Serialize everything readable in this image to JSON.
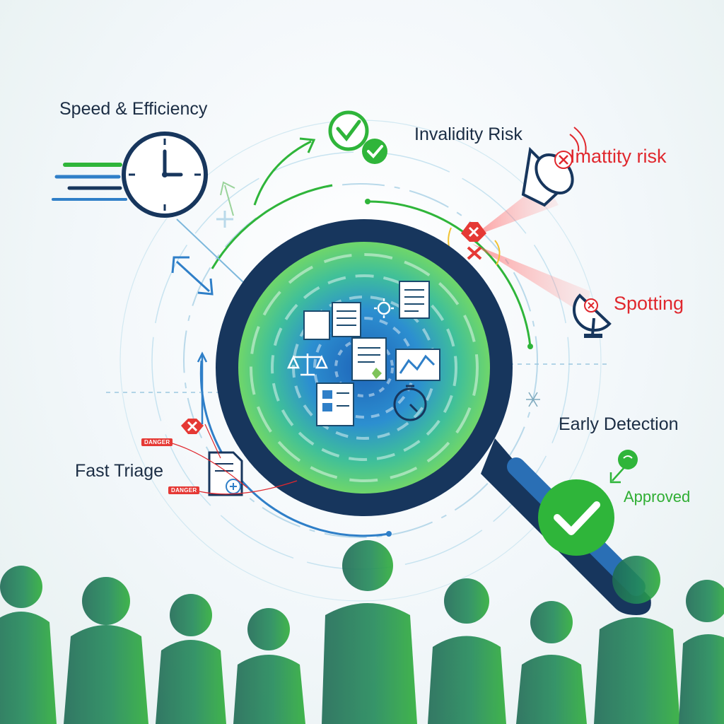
{
  "labels": {
    "speed": "Speed & Efficiency",
    "invalidity": "Invalidity Risk",
    "imattity": "Imattity risk",
    "spotting": "Spotting",
    "early_detection": "Early Detection",
    "fast_triage": "Fast Triage",
    "approved": "Approved"
  },
  "tags": {
    "danger_top": "DANGER",
    "danger_bottom": "DANGER"
  },
  "icons": [
    "clock-icon",
    "approval-badge-icon",
    "megaphone-icon",
    "satellite-dish-icon",
    "magnifying-glass-icon",
    "document-icon",
    "scales-icon",
    "chart-icon",
    "stopwatch-icon",
    "checkmark-icon",
    "warning-icon",
    "people-silhouettes"
  ],
  "colors": {
    "navy": "#17365d",
    "green": "#2fb53a",
    "blue": "#2f7fc8",
    "red": "#e0282e",
    "dark_text": "#1b2d44"
  }
}
